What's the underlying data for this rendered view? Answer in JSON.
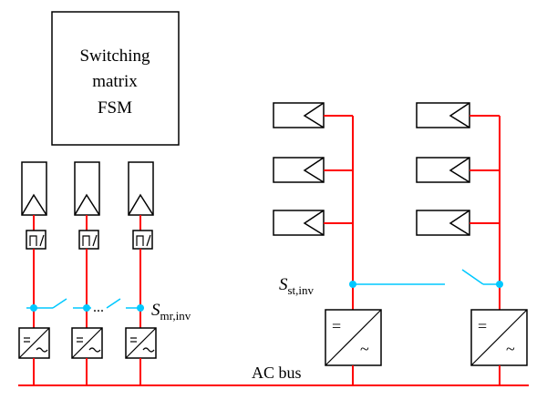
{
  "fsm_box": {
    "line1": "Switching",
    "line2": "matrix",
    "line3": "FSM"
  },
  "labels": {
    "s_mr_main": "S",
    "s_mr_sub": "mr,inv",
    "s_st_main": "S",
    "s_st_sub": "st,inv",
    "ac_bus": "AC bus",
    "ellipsis": "...",
    "dc_symbol": "=",
    "ac_symbol": "~"
  },
  "colors": {
    "power_line": "#ff0000",
    "switch_line": "#00c8ff",
    "outline": "#000000"
  }
}
